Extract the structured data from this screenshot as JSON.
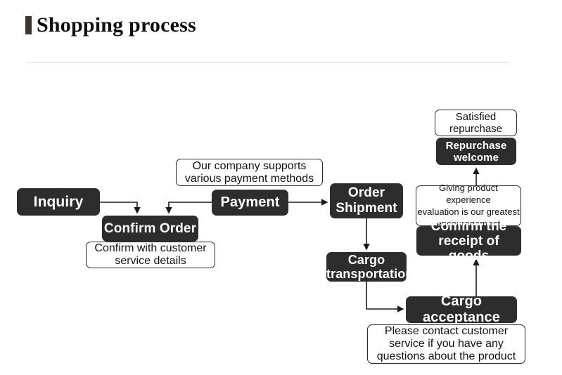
{
  "header": {
    "title": "Shopping process",
    "marker": "title-bar-marker",
    "rule": "horizontal-divider"
  },
  "colors": {
    "node_dark_bg": "#2d2d2d",
    "node_dark_text": "#ffffff",
    "note_bg": "#ffffff",
    "note_border": "#2a2a2a",
    "page_bg": "#ffffff",
    "title_text": "#0f0f0f",
    "title_marker": "#3b3633",
    "rule": "#d8d8d8",
    "connector": "#1a1a1a"
  },
  "flow": {
    "nodes": {
      "inquiry": {
        "label": "Inquiry",
        "type": "process"
      },
      "confirm_order": {
        "label": "Confirm Order",
        "type": "process"
      },
      "confirm_order_note": {
        "label": "Confirm with customer\nservice details",
        "type": "note"
      },
      "payment_note": {
        "label": "Our company supports\nvarious payment methods",
        "type": "note"
      },
      "payment": {
        "label": "Payment",
        "type": "process"
      },
      "order_shipment": {
        "label": "Order\nShipment",
        "type": "process"
      },
      "cargo_transportation": {
        "label": "Cargo\ntransportation",
        "type": "process"
      },
      "cargo_acceptance": {
        "label": "Cargo acceptance",
        "type": "process"
      },
      "cargo_acceptance_note": {
        "label": "Please contact customer\nservice if you have any\nquestions about the product",
        "type": "note"
      },
      "satisfied_repurchase": {
        "label": "Satisfied repurchase",
        "type": "note"
      },
      "repurchase_welcome": {
        "label": "Repurchase welcome",
        "type": "process"
      },
      "evaluation_note": {
        "label": "Giving product experience\nevaluation is our greatest\nencouragement",
        "type": "note"
      },
      "confirm_receipt": {
        "label": "Confirm the\nreceipt of goods",
        "type": "process"
      }
    },
    "connectors": [
      {
        "name": "inquiry-to-confirm-order",
        "from": "inquiry",
        "to": "confirm_order",
        "style": "elbow-down"
      },
      {
        "name": "payment-to-confirm-order",
        "from": "payment",
        "to": "confirm_order",
        "style": "elbow-down"
      },
      {
        "name": "payment-to-order-shipment",
        "from": "payment",
        "to": "order_shipment",
        "style": "straight-right"
      },
      {
        "name": "order-shipment-to-cargo-transportation",
        "from": "order_shipment",
        "to": "cargo_transportation",
        "style": "straight-down"
      },
      {
        "name": "cargo-transportation-to-cargo-acceptance",
        "from": "cargo_transportation",
        "to": "cargo_acceptance",
        "style": "elbow-right"
      },
      {
        "name": "cargo-acceptance-to-confirm-receipt",
        "from": "cargo_acceptance",
        "to": "confirm_receipt",
        "style": "straight-up"
      },
      {
        "name": "confirm-receipt-to-repurchase-welcome",
        "from": "confirm_receipt",
        "to": "repurchase_welcome",
        "style": "straight-up"
      }
    ]
  }
}
